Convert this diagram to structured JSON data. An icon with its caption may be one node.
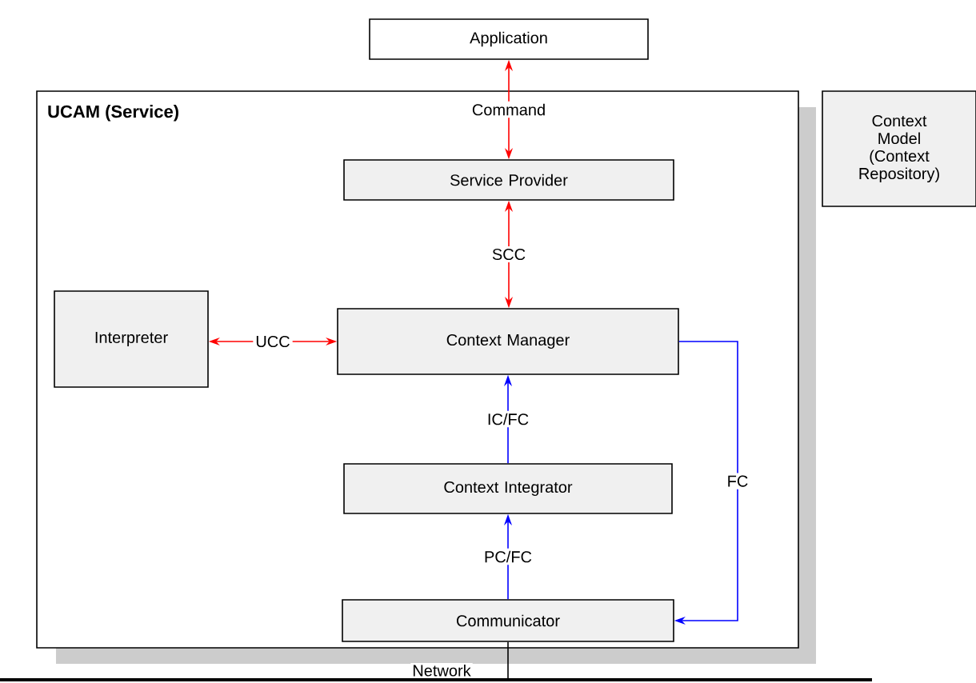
{
  "diagram": {
    "nodes": [
      {
        "text": [
          "Application"
        ]
      },
      {
        "text": [
          "UCAM (Service)"
        ]
      },
      {
        "text": [
          "Context Model (Context Repository)"
        ]
      },
      {
        "text": [
          "Service Provider"
        ],
        "in": 1
      },
      {
        "text": [
          "Interpreter"
        ],
        "in": 1
      },
      {
        "text": [
          "Context Manager"
        ],
        "in": 1
      },
      {
        "text": [
          "Context Integrator"
        ],
        "in": 1
      },
      {
        "text": [
          "Communicator"
        ],
        "in": 1
      },
      {
        "text": [
          "Network"
        ]
      }
    ],
    "edges": [
      {
        "from": 3,
        "to": 0,
        "arrow": "both",
        "label": "Command",
        "color": "#ff0000"
      },
      {
        "from": 5,
        "to": 3,
        "arrow": "both",
        "label": "SCC",
        "color": "#ff0000"
      },
      {
        "from": 4,
        "to": 5,
        "arrow": "both",
        "label": "UCC",
        "color": "#ff0000"
      },
      {
        "from": 6,
        "to": 5,
        "arrow": "to",
        "label": "IC/FC",
        "color": "#0000ff"
      },
      {
        "from": 7,
        "to": 6,
        "arrow": "to",
        "label": "PC/FC",
        "color": "#0000ff"
      },
      {
        "from": 5,
        "to": 7,
        "arrow": "to",
        "label": "FC",
        "color": "#0000ff"
      },
      {
        "from": 7,
        "to": 8,
        "arrow": "none",
        "color": "#000000"
      }
    ]
  }
}
